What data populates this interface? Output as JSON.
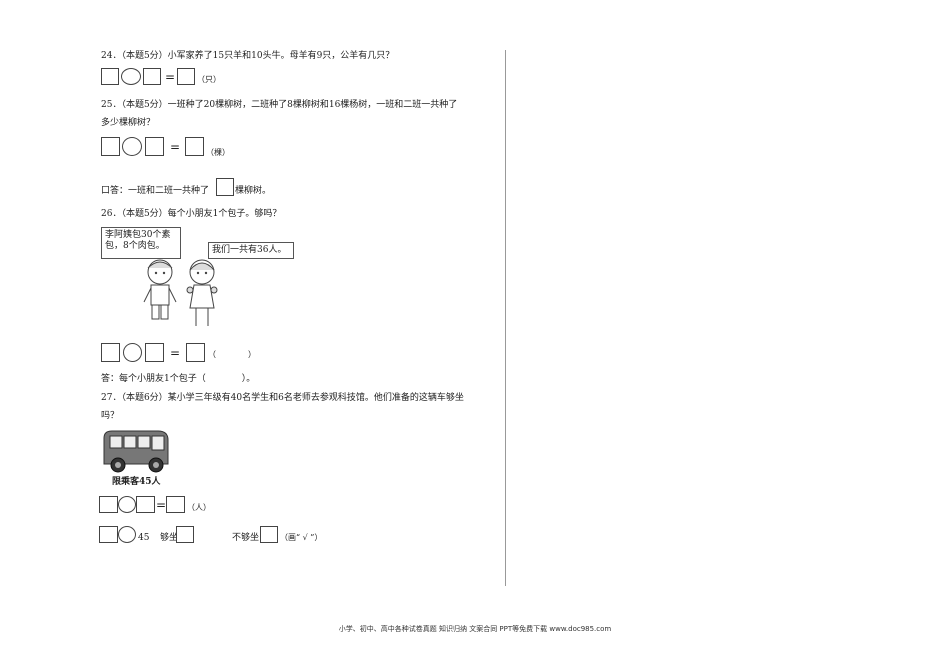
{
  "q24": {
    "text": "24．（本题5分）小军家养了15只羊和10头牛。母羊有9只，公羊有几只？",
    "equals": "=",
    "unit": "（只）"
  },
  "q25": {
    "text_line1": "25．（本题5分）一班种了20棵柳树，二班种了8棵柳树和16棵杨树，一班和二班一共种了",
    "text_line2": "多少棵柳树？",
    "equals": "=",
    "unit": "（棵）",
    "answer_prefix": "口答：一班和二班一共种了",
    "answer_suffix": "棵柳树。"
  },
  "q26": {
    "text": "26．（本题5分）每个小朋友1个包子。够吗？",
    "bubble_left": "李阿姨包30个素包，8个肉包。",
    "bubble_right": "我们一共有36人。",
    "equals": "=",
    "unit": "（　　　　）",
    "answer": "答：每个小朋友1个包子（　　　　）。"
  },
  "q27": {
    "text_line1": "27．（本题6分）某小学三年级有40名学生和6名老师去参观科技馆。他们准备的这辆车够坐",
    "text_line2": "吗？",
    "bus_caption": "限乘客45人",
    "equals": "=",
    "unit": "（人）",
    "compare_value": "45",
    "enough_label": "够坐",
    "not_enough_label": "不够坐",
    "check_hint": "（画“ √ ”）"
  },
  "footer": "小学、初中、高中各种试卷真题  知识归纳  文案合同  PPT等免费下载    www.doc985.com"
}
